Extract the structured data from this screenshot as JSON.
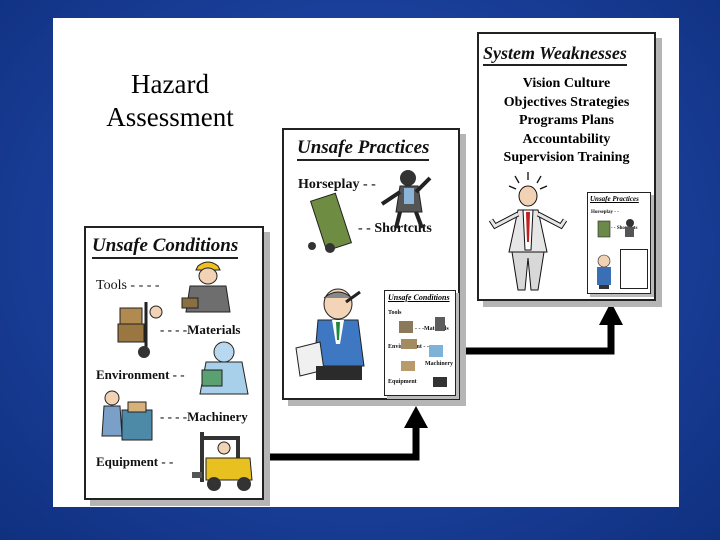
{
  "title": {
    "line1": "Hazard",
    "line2": "Assessment"
  },
  "unsafe_conditions": {
    "heading": "Unsafe Conditions",
    "items": [
      "Tools - - - -",
      "- - - -Materials",
      "Environment - -",
      "- - - -Machinery",
      "Equipment - -"
    ]
  },
  "unsafe_practices": {
    "heading": "Unsafe Practices",
    "items": [
      "Horseplay - -",
      "- - Shortcuts"
    ]
  },
  "system_weaknesses": {
    "heading": "System Weaknesses",
    "lines": [
      "Vision Culture",
      "Objectives Strategies",
      "Programs Plans",
      "Accountability",
      "Supervision Training"
    ]
  },
  "mini_conditions": {
    "heading": "Unsafe Conditions",
    "items": [
      "Tools",
      "- - -Materials",
      "Environment - -",
      "Machinery",
      "Equipment"
    ]
  },
  "mini_practices": {
    "heading": "Unsafe Practices",
    "items": [
      "Horseplay - -",
      "- - Shortcuts"
    ]
  },
  "colors": {
    "background": "#1a3f9a",
    "slide": "#ffffff",
    "arrow": "#000000"
  }
}
